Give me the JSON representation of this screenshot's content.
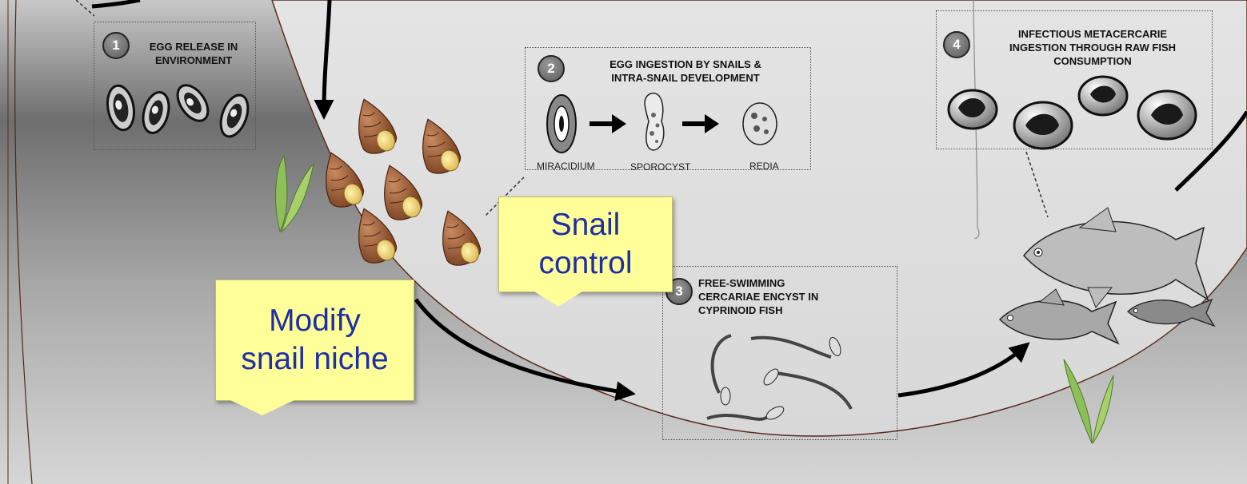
{
  "steps": [
    {
      "number": "1",
      "title_lines": [
        "EGG RELEASE IN",
        "ENVIRONMENT"
      ]
    },
    {
      "number": "2",
      "title_lines": [
        "EGG INGESTION BY SNAILS &",
        "INTRA-SNAIL DEVELOPMENT"
      ],
      "stages": [
        "MIRACIDIUM",
        "SPOROCYST",
        "REDIA"
      ]
    },
    {
      "number": "3",
      "title_lines": [
        "FREE-SWIMMING",
        "CERCARIAE ENCYST IN",
        "CYPRINOID FISH"
      ]
    },
    {
      "number": "4",
      "title_lines": [
        "INFECTIOUS METACERCARIE",
        "INGESTION THROUGH RAW FISH",
        "CONSUMPTION"
      ]
    }
  ],
  "callouts": {
    "snail_control": [
      "Snail",
      "control"
    ],
    "modify_niche": [
      "Modify",
      "snail niche"
    ]
  },
  "colors": {
    "callout_fill": "#ffff99",
    "callout_text": "#1f2ea6",
    "water": "#dcdcdc",
    "ground": "#8a8a8a",
    "snail": "#9a5a35",
    "plant": "#8fbf5a"
  }
}
